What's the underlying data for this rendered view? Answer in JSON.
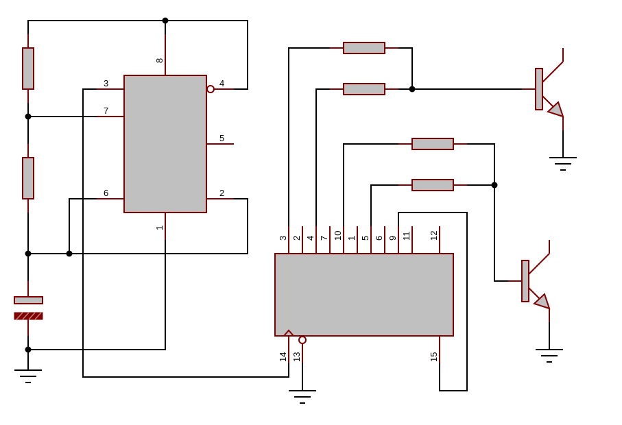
{
  "colors": {
    "wire": "#000000",
    "component_outline": "#800000",
    "component_fill": "#c0c0c0",
    "background": "#ffffff"
  },
  "timer_ic": {
    "pins": {
      "p8": "8",
      "p4": "4",
      "p3": "3",
      "p7": "7",
      "p5": "5",
      "p6": "6",
      "p2": "2",
      "p1": "1"
    }
  },
  "counter_ic": {
    "pins": {
      "p3": "3",
      "p2": "2",
      "p4": "4",
      "p7": "7",
      "p10": "10",
      "p1": "1",
      "p5": "5",
      "p6": "6",
      "p9": "9",
      "p11": "11",
      "p12": "12",
      "p14": "14",
      "p13": "13",
      "p15": "15"
    }
  },
  "icons": {
    "ground": "ground-icon",
    "resistor": "resistor-icon",
    "capacitor": "capacitor-icon",
    "transistor": "npn-transistor-icon"
  }
}
